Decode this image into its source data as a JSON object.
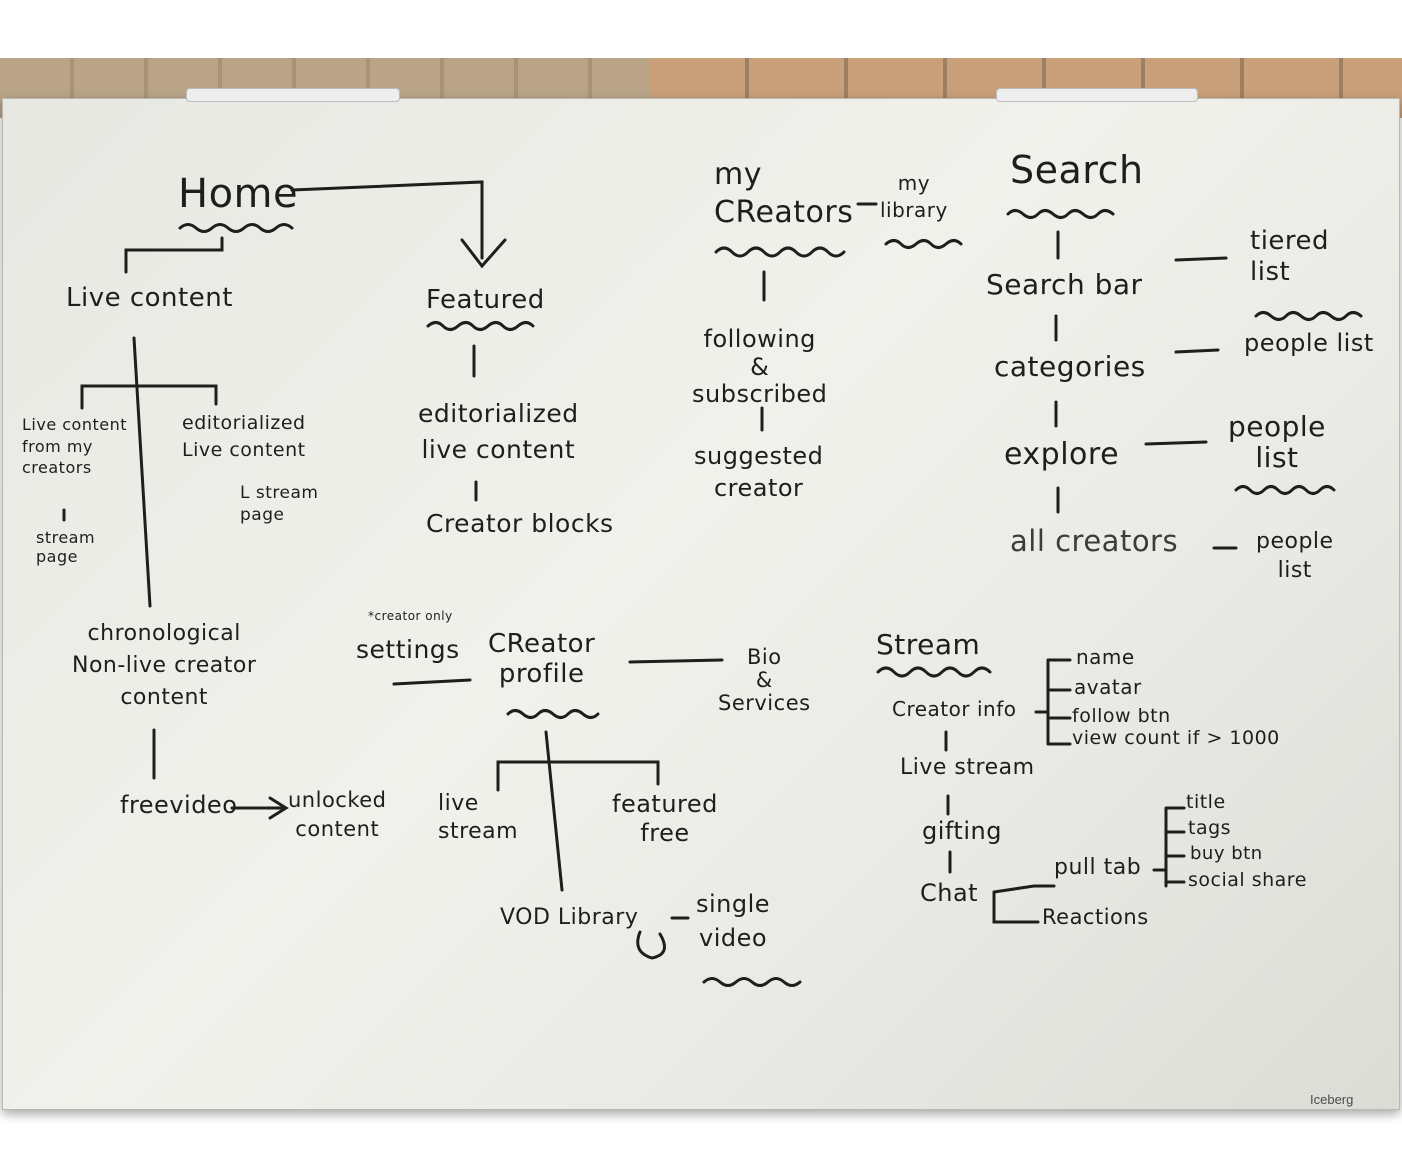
{
  "board": {
    "brand": "Iceberg",
    "home": {
      "title": "Home",
      "live_content": "Live content",
      "live_from_creators": "Live content\nfrom my\ncreators",
      "stream_page_left": "stream\npage",
      "editorialized": "editorialized\nLive content",
      "stream_page_right": "L stream\npage",
      "chronological": "chronological\nNon-live creator\ncontent",
      "free_video": "freevideo",
      "unlocked": "unlocked\ncontent"
    },
    "featured": {
      "title": "Featured",
      "editorialized": "editorialized\nlive content",
      "creator_blocks": "Creator blocks"
    },
    "my_creators": {
      "title": "my\nCReators",
      "library": "my\nlibrary",
      "following": "following\n&\nsubscribed",
      "suggested": "suggested\ncreator"
    },
    "search": {
      "title": "Search",
      "search_bar": "Search bar",
      "tiered_list": "tiered\nlist",
      "categories": "categories",
      "people_list_1": "people list",
      "explore": "explore",
      "people_list_2": "people\nlist",
      "all_creators": "all creators",
      "people_list_3": "people\nlist"
    },
    "creator_profile": {
      "note": "*creator only",
      "settings": "settings",
      "title": "CReator\nprofile",
      "bio": "Bio\n&\nServices",
      "live_stream": "live\nstream",
      "featured_free": "featured\nfree",
      "vod_library": "VOD Library",
      "single_video": "single\nvideo"
    },
    "stream": {
      "title": "Stream",
      "creator_info": "Creator info",
      "name": "name",
      "avatar": "avatar",
      "follow_btn": "follow btn",
      "view_count": "view count if > 1000",
      "live_stream": "Live stream",
      "gifting": "gifting",
      "chat": "Chat",
      "pull_tab": "pull tab",
      "reactions": "Reactions",
      "title_item": "title",
      "tags": "tags",
      "buy_btn": "buy btn",
      "social_share": "social share"
    }
  }
}
